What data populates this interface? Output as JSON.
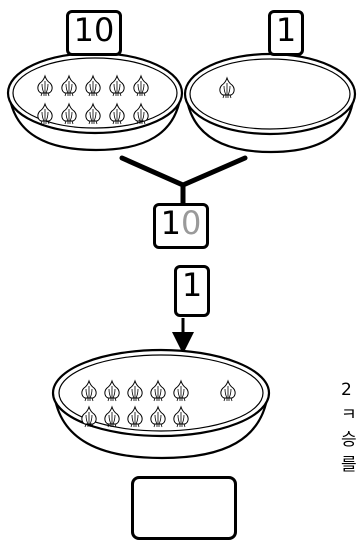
{
  "labels": {
    "left_bowl": "10",
    "right_bowl": "1",
    "merged_tens": "1",
    "merged_ones": "0",
    "carry": "1",
    "answer": ""
  },
  "counts": {
    "left_bowl_garlic": 10,
    "right_bowl_garlic": 1,
    "result_bowl_garlic": 11
  },
  "side_text": [
    "2",
    "ㅋ",
    "승",
    "를"
  ],
  "colors": {
    "stroke": "#000000",
    "faded_digit": "#9a9a9a"
  }
}
